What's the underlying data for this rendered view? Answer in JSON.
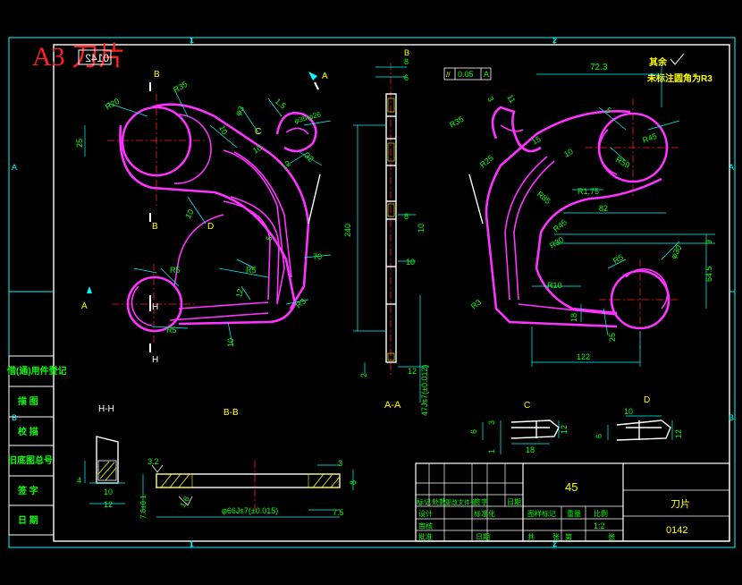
{
  "sheet": {
    "title_stamp": "A3 刀片",
    "drawing_no_mirror": "0142",
    "zone_1": "1",
    "zone_2": "2",
    "zone_A": "A",
    "zone_B": "B"
  },
  "tech_notes": {
    "line1": "其余",
    "line2": "未标注圆角为R3"
  },
  "tolerance_frame": {
    "symbol": "//",
    "value": "0.05",
    "datum": "A"
  },
  "view_labels": {
    "section_AA": "A-A",
    "section_BB": "B-B",
    "section_HH": "H-H",
    "view_C": "C",
    "view_D": "D",
    "mark_A_left": "A",
    "mark_A_top": "A",
    "mark_B_top": "B",
    "mark_B_bottom": "B",
    "mark_C": "C",
    "mark_D": "D",
    "mark_H_top": "H",
    "mark_H_bottom": "H",
    "mark_A_sec_top": "B"
  },
  "left_view_dims": {
    "r20": "R20",
    "r35": "R35",
    "d25": "25",
    "d10a": "10",
    "phi3": "φ3",
    "d15": "1.5",
    "phi35": "φ35/φ26",
    "d12a": "12",
    "d32": "32",
    "d10b": "10",
    "r5a": "R5",
    "r5b": "R5",
    "r5c": "R5",
    "d10c": "10",
    "d70": "70",
    "r3": "R3",
    "d10d": "10",
    "d12b": "12",
    "d5": "5"
  },
  "right_view_dims": {
    "d72_3": "72.3",
    "d3": "3",
    "d11": "11",
    "r35": "R35",
    "d5a": "5",
    "r45": "R45",
    "r59": "R59",
    "r25": "R25",
    "d15": "15",
    "d10": "10",
    "r85": "R85",
    "r1_75": "R1.75",
    "d82": "82",
    "r45b": "R45",
    "r30": "R30",
    "d9": "9",
    "phi30": "φ30",
    "r5": "R5",
    "d64_5": "64.5",
    "r3": "R3",
    "r10": "R10",
    "d18": "18",
    "d25": "25",
    "d122": "122"
  },
  "side_view_dims": {
    "d8a": "8",
    "d6": "6",
    "d240": "240",
    "d8b": "8",
    "d10a": "10",
    "d10b": "10",
    "d2": "2",
    "d12": "12",
    "d47": "47Js7(±0.012)"
  },
  "section_dims": {
    "hh_4": "4",
    "hh_10": "10",
    "hh_12": "12",
    "bb_32": "3.2",
    "bb_16": "1.6",
    "bb_phi66": "φ66Js7(±0.015)",
    "bb_3": "3",
    "bb_8": "8",
    "bb_7_5": "7.5",
    "bb_78": "7.8±0.1",
    "c_6": "6",
    "c_3": "3",
    "c_12": "12",
    "c_18": "18",
    "c_1": "1",
    "d_10": "10",
    "d_6": "6",
    "d_12": "12"
  },
  "side_table": {
    "rows": [
      "借(通)用件登记",
      "描 图",
      "校 描",
      "旧底图总号",
      "签 字",
      "日 期"
    ]
  },
  "title_block": {
    "material": "45",
    "part_name": "刀片",
    "drawing_no": "0142",
    "row_mark": "标记",
    "row_count": "处数",
    "row_file": "更改文件号",
    "row_sign": "签字",
    "row_date": "日期",
    "designer": "设计",
    "std": "标准化",
    "review": "审核",
    "approve": "批准",
    "date": "日期",
    "stage_label": "图样标记",
    "weight_label": "重量",
    "scale_label": "比例",
    "scale_value": "1:2",
    "sheets_total": "共",
    "sheet_label": "张",
    "sheet_no": "第",
    "sheet_label2": "张"
  }
}
